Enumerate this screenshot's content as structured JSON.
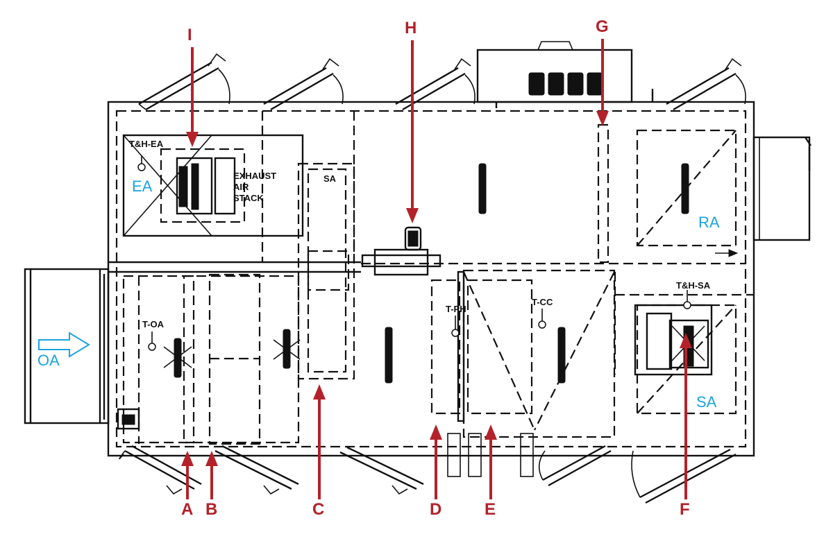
{
  "colors": {
    "line": "#111111",
    "airstream_label": "#1aa3e0",
    "callout": "#b3222a",
    "background": "#ffffff"
  },
  "airstream_labels": {
    "oa": "OA",
    "ea": "EA",
    "ra": "RA",
    "sa": "SA"
  },
  "sensor_labels": {
    "th_ea": "T&H-EA",
    "t_oa": "T-OA",
    "t_ph": "T-PH",
    "t_cc": "T-CC",
    "th_sa": "T&H-SA"
  },
  "component_labels": {
    "sa_box": "SA",
    "exhaust_line1": "EXHAUST",
    "exhaust_line2": "AIR",
    "exhaust_line3": "STACK"
  },
  "callouts": {
    "a": "A",
    "b": "B",
    "c": "C",
    "d": "D",
    "e": "E",
    "f": "F",
    "g": "G",
    "h": "H",
    "i": "I"
  }
}
